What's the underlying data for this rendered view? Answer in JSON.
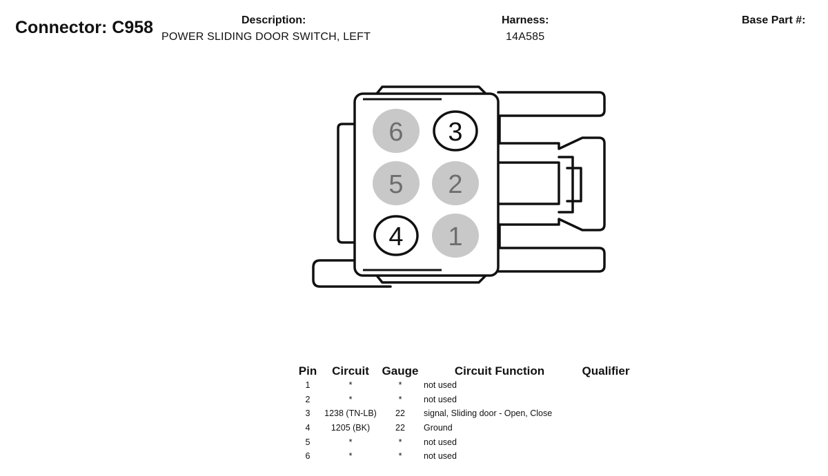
{
  "header": {
    "connector_title": "Connector: C958",
    "description_label": "Description:",
    "description_value": "POWER SLIDING DOOR SWITCH, LEFT",
    "harness_label": "Harness:",
    "harness_value": "14A585",
    "base_part_label": "Base Part #:"
  },
  "diagram": {
    "pins": [
      {
        "number": "6",
        "used": false
      },
      {
        "number": "3",
        "used": true
      },
      {
        "number": "5",
        "used": false
      },
      {
        "number": "2",
        "used": false
      },
      {
        "number": "4",
        "used": true
      },
      {
        "number": "1",
        "used": false
      }
    ],
    "colors": {
      "unused_fill": "#c8c8c8",
      "unused_text": "#6e6e6e",
      "outline": "#111111"
    }
  },
  "table": {
    "headers": [
      "Pin",
      "Circuit",
      "Gauge",
      "Circuit Function",
      "Qualifier"
    ],
    "rows": [
      {
        "pin": "1",
        "circuit": "*",
        "gauge": "*",
        "function": "not used",
        "qualifier": ""
      },
      {
        "pin": "2",
        "circuit": "*",
        "gauge": "*",
        "function": "not used",
        "qualifier": ""
      },
      {
        "pin": "3",
        "circuit": "1238 (TN-LB)",
        "gauge": "22",
        "function": "signal, Sliding door - Open, Close",
        "qualifier": ""
      },
      {
        "pin": "4",
        "circuit": "1205 (BK)",
        "gauge": "22",
        "function": "Ground",
        "qualifier": ""
      },
      {
        "pin": "5",
        "circuit": "*",
        "gauge": "*",
        "function": "not used",
        "qualifier": ""
      },
      {
        "pin": "6",
        "circuit": "*",
        "gauge": "*",
        "function": "not used",
        "qualifier": ""
      }
    ]
  }
}
